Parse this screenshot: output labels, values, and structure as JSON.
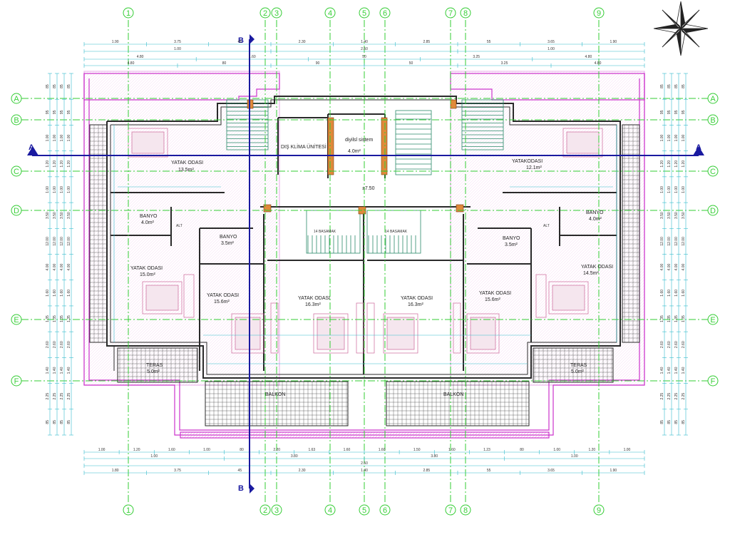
{
  "grid": {
    "columns": [
      "1",
      "2",
      "3",
      "4",
      "5",
      "6",
      "7",
      "8",
      "9"
    ],
    "rows": [
      "A",
      "B",
      "C",
      "D",
      "E",
      "F"
    ],
    "accent_color": "#33cc33"
  },
  "sections": {
    "horizontal": "A",
    "vertical": "B",
    "color": "#1a1aa0"
  },
  "top_dims": {
    "row1": [
      "1.90",
      "3.75",
      "45",
      "2.30",
      "1.40",
      "2.85",
      "55",
      "3.65",
      "1.90"
    ],
    "row2": [
      "1.00",
      "2.50",
      "1.00"
    ],
    "row3": [
      "4.80",
      "1.60",
      "50",
      "3.25",
      "4.80"
    ],
    "row4": [
      "4.80",
      "80",
      "90",
      "50",
      "3.25",
      "4.80"
    ]
  },
  "bottom_dims": {
    "row1": [
      "1.00",
      "1.20",
      "1.60",
      "1.00",
      "80",
      "2.20",
      "1.63",
      "1.60",
      "1.60",
      "1.50",
      "1.60",
      "1.23",
      "80",
      "1.00",
      "1.20",
      "1.00"
    ],
    "row2": [
      "1.00",
      "3.80",
      "3.80",
      "1.00"
    ],
    "row3": [
      "2.50"
    ],
    "row4": [
      "1.80",
      "3.75",
      "45",
      "2.30",
      "1.40",
      "2.85",
      "55",
      "3.65",
      "1.90"
    ]
  },
  "side_dims": [
    "85",
    "95",
    "1.00",
    "1.20",
    "1.00",
    "3.50",
    "12.00",
    "4.00",
    "1.60",
    "1.35",
    "2.60",
    "1.40",
    "2.25",
    "85"
  ],
  "rooms": [
    {
      "name": "YATAK ODASI",
      "area": "13.5m²"
    },
    {
      "name": "BANYO",
      "area": "4.0m²"
    },
    {
      "name": "BANYO",
      "area": "3.5m²"
    },
    {
      "name": "YATAK ODASI",
      "area": "15.0m²"
    },
    {
      "name": "YATAK ODASI",
      "area": "15.6m²"
    },
    {
      "name": "YATAK ODASI",
      "area": "16.3m²"
    },
    {
      "name": "YATAK ODASI",
      "area": "16.3m²"
    },
    {
      "name": "YATAK ODASI",
      "area": "15.6m²"
    },
    {
      "name": "YATAKODASI",
      "area": "12.1m²"
    },
    {
      "name": "BANYO",
      "area": "4.0m²"
    },
    {
      "name": "BANYO",
      "area": "3.5m²"
    },
    {
      "name": "YATAK ODASI",
      "area": "14.5m²"
    },
    {
      "name": "DIŞ KLİMA ÜNİTESİ",
      "area": ""
    },
    {
      "name": "diyilsl sistem",
      "area": "4.0m²"
    },
    {
      "name": "TERAS",
      "area": "5.0m²"
    },
    {
      "name": "TERAS",
      "area": "5.0m²"
    },
    {
      "name": "BALKON",
      "area": ""
    },
    {
      "name": "BALKON",
      "area": ""
    }
  ],
  "misc_labels": {
    "level": "±7.50",
    "stair": "14 BASAMAK",
    "stair2": "14 BASAMAK",
    "room_sm1": "ALT",
    "room_sm2": "ALT"
  },
  "compass": {
    "name": "north-arrow-icon"
  }
}
